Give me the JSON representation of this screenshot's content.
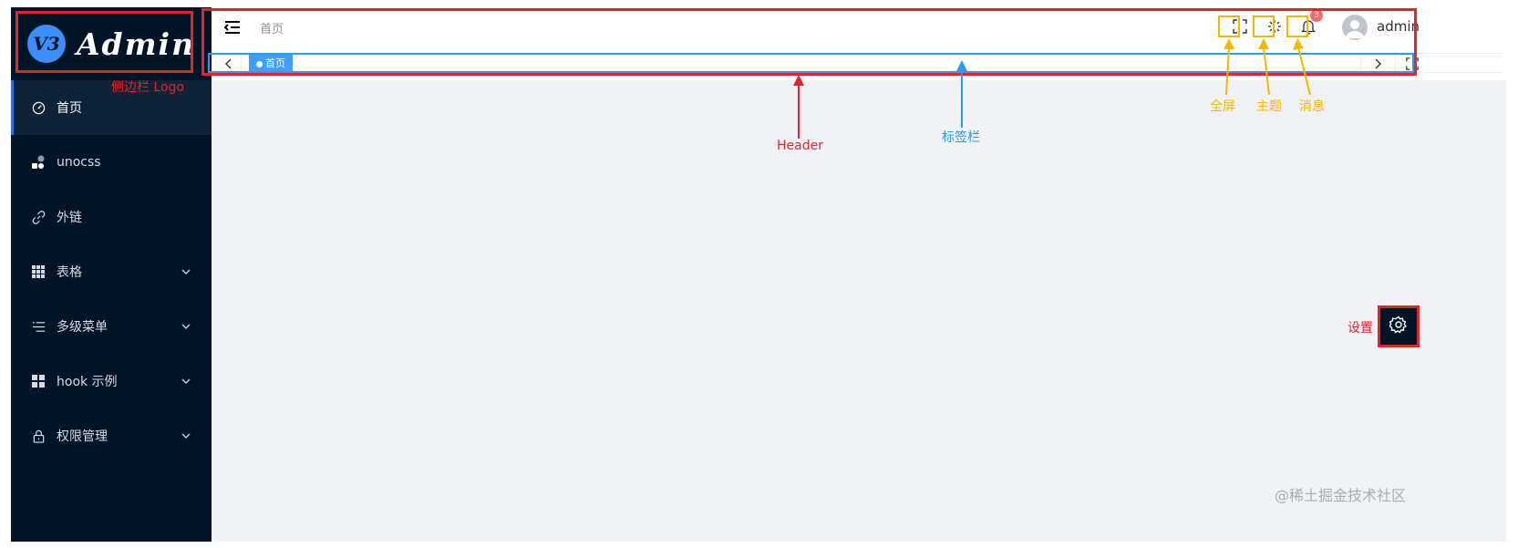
{
  "logo": {
    "badge": "V3",
    "text": "Admin"
  },
  "sidebar": {
    "items": [
      {
        "label": "首页",
        "icon": "dashboard-icon",
        "active": true,
        "has_children": false
      },
      {
        "label": "unocss",
        "icon": "unocss-icon",
        "active": false,
        "has_children": false
      },
      {
        "label": "外链",
        "icon": "link-icon",
        "active": false,
        "has_children": false
      },
      {
        "label": "表格",
        "icon": "grid-icon",
        "active": false,
        "has_children": true
      },
      {
        "label": "多级菜单",
        "icon": "list-icon",
        "active": false,
        "has_children": true
      },
      {
        "label": "hook 示例",
        "icon": "apps-icon",
        "active": false,
        "has_children": true
      },
      {
        "label": "权限管理",
        "icon": "lock-icon",
        "active": false,
        "has_children": true
      }
    ]
  },
  "header": {
    "breadcrumb": "首页",
    "notification_count": "3",
    "username": "admin"
  },
  "tabs": {
    "active_tab": "首页"
  },
  "annotations": {
    "logo": "侧边栏 Logo",
    "header": "Header",
    "tabs": "标签栏",
    "fullscreen": "全屏",
    "theme": "主题",
    "message": "消息",
    "settings": "设置"
  },
  "watermark": "@稀土掘金技术社区",
  "colors": {
    "sidebar_bg": "#001428",
    "accent": "#409eff",
    "annotation_red": "#e3242b",
    "annotation_blue": "#2b9af3",
    "annotation_yellow": "#f5b700"
  }
}
